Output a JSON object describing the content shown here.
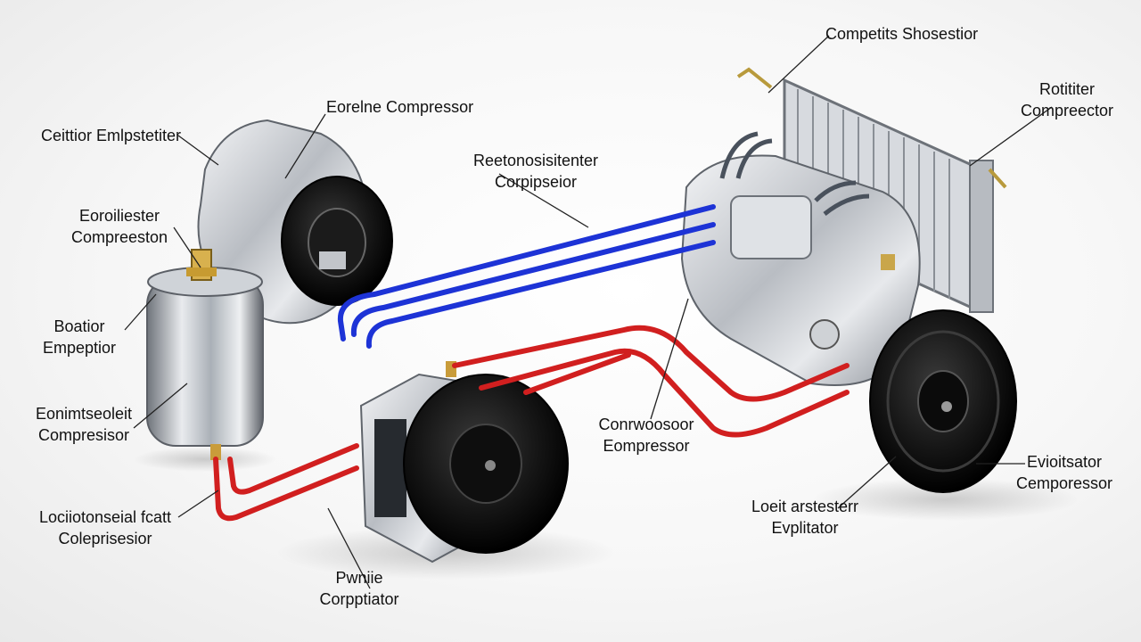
{
  "labels": {
    "top_right": {
      "lines": [
        "Competits Shosestior"
      ]
    },
    "engine": {
      "lines": [
        "Eorelne Compressor"
      ]
    },
    "left_top": {
      "lines": [
        "Ceittior Emlpstetiter"
      ]
    },
    "right_radiator": {
      "lines": [
        "Rotititer",
        "Compreector"
      ]
    },
    "center_top": {
      "lines": [
        "Reetonosisitenter",
        "Corpipseior"
      ]
    },
    "left_second": {
      "lines": [
        "Eoroiliester",
        "Compreeston"
      ]
    },
    "left_third": {
      "lines": [
        "Boatior",
        "Empeptior"
      ]
    },
    "left_fourth": {
      "lines": [
        "Eonimtseoleit",
        "Compresisor"
      ]
    },
    "center_mid": {
      "lines": [
        "Conrwoosoor",
        "Eompressor"
      ]
    },
    "right_bottom": {
      "lines": [
        "Evioitsator",
        "Cemporessor"
      ]
    },
    "center_bottom": {
      "lines": [
        "Loeit arstesterr",
        "Evplitator"
      ]
    },
    "left_bottom": {
      "lines": [
        "Lociiotonseial fcatt",
        "Coleprisesior"
      ]
    },
    "bottom_center": {
      "lines": [
        "Pwniie",
        "Corpptiator"
      ]
    }
  },
  "colors": {
    "suction_line": "#1d33d6",
    "discharge_line": "#d11f1f",
    "metal": "#c9ccd1",
    "pulley": "#121212"
  }
}
